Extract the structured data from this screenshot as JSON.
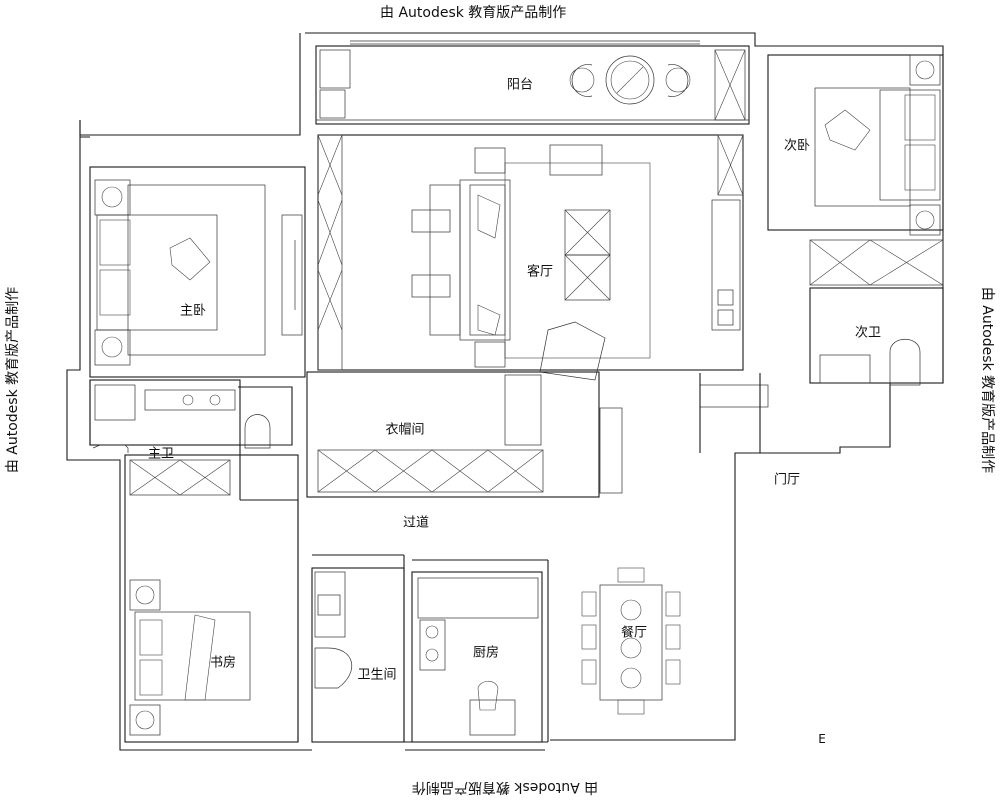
{
  "watermarks": {
    "top": "由 Autodesk 教育版产品制作",
    "left": "由 Autodesk 教育版产品制作",
    "right": "由 Autodesk 教育版产品制作",
    "bottom": "由 Autodesk 教育版产品制作"
  },
  "rooms": {
    "balcony": "阳台",
    "living_room": "客厅",
    "master_bedroom": "主卧",
    "second_bedroom": "次卧",
    "second_bathroom": "次卫",
    "cloakroom": "衣帽间",
    "master_bathroom": "主卫",
    "foyer": "门厅",
    "corridor": "过道",
    "study": "书房",
    "toilet": "卫生间",
    "kitchen": "厨房",
    "dining_room": "餐厅"
  },
  "marker": "E"
}
